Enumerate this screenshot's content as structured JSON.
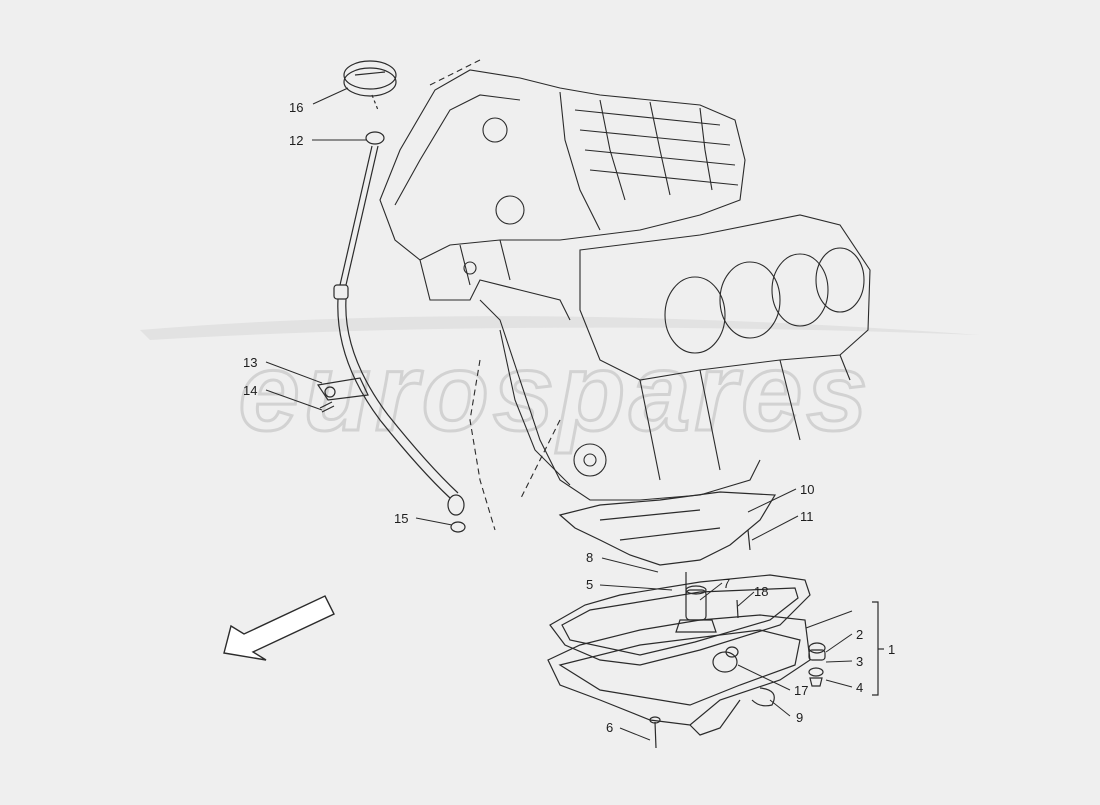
{
  "watermark": "eurospares",
  "callouts": [
    {
      "id": "c1",
      "label": "1"
    },
    {
      "id": "c2",
      "label": "2"
    },
    {
      "id": "c3",
      "label": "3"
    },
    {
      "id": "c4",
      "label": "4"
    },
    {
      "id": "c5",
      "label": "5"
    },
    {
      "id": "c6",
      "label": "6"
    },
    {
      "id": "c7",
      "label": "7"
    },
    {
      "id": "c8",
      "label": "8"
    },
    {
      "id": "c9",
      "label": "9"
    },
    {
      "id": "c10",
      "label": "10"
    },
    {
      "id": "c11",
      "label": "11"
    },
    {
      "id": "c12",
      "label": "12"
    },
    {
      "id": "c13",
      "label": "13"
    },
    {
      "id": "c14",
      "label": "14"
    },
    {
      "id": "c15",
      "label": "15"
    },
    {
      "id": "c16",
      "label": "16"
    },
    {
      "id": "c17",
      "label": "17"
    },
    {
      "id": "c18",
      "label": "18"
    }
  ],
  "colors": {
    "background": "#efefef",
    "line": "#2b2b2b",
    "watermark": "#d6d6d6"
  },
  "icons": [
    "front-direction-arrow-icon"
  ]
}
